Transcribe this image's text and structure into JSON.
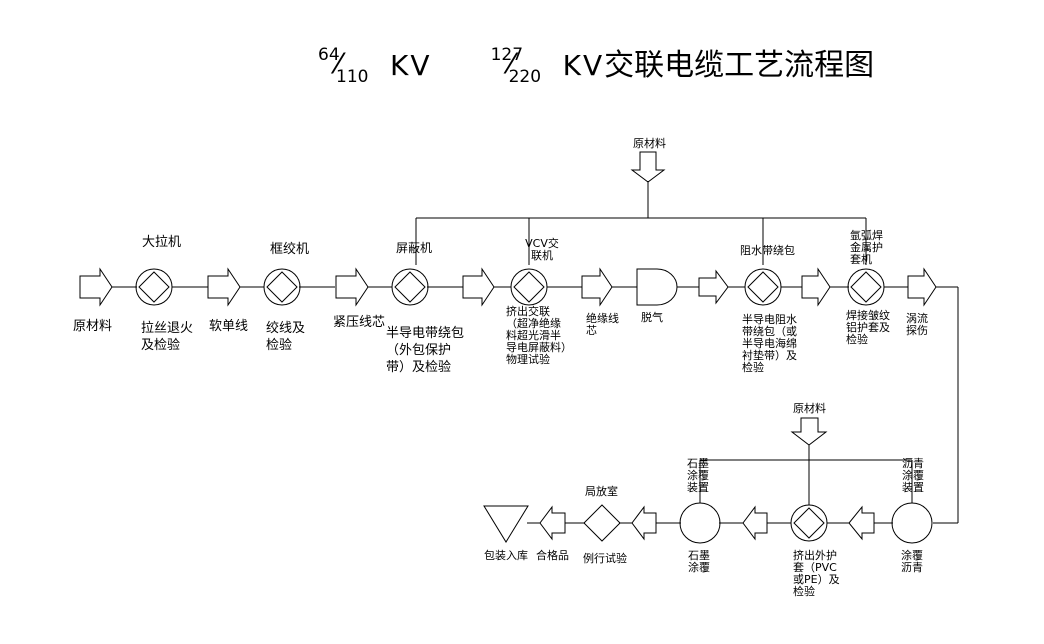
{
  "title": {
    "v1_num": "64",
    "v1_den": "110",
    "v1_unit": "KV",
    "v2_num": "127",
    "v2_den": "220",
    "v2_unit": "KV",
    "text": "交联电缆工艺流程图"
  },
  "top_row": {
    "raw_material_input": "原材料",
    "step1_label": "原材料",
    "machine_draw": "大拉机",
    "step2_label": "拉丝退火及检验",
    "step3_label": "软单线",
    "machine_frame": "框绞机",
    "step4_label": "绞线及检验",
    "step5_label": "紧压线芯",
    "machine_shield": "屏蔽机",
    "step6_label": "半导电带绕包（外包保护带）及检验",
    "machine_vcv": "VCV交联机",
    "step7_label": "挤出交联（超净绝缘料超光滑半导电屏蔽料）物理试验",
    "step8_label": "绝缘线芯",
    "step9_label": "脱气",
    "machine_water": "阻水带绕包",
    "step10_label": "半导电阻水带绕包（或半导电海绵衬垫带）及检验",
    "machine_argon": "氩弧焊金属护套机",
    "step11_label": "焊接皱纹铝护套及检验",
    "step12_label": "涡流探伤"
  },
  "bottom_row": {
    "raw_material_input": "原材料",
    "machine_asphalt": "沥青涂覆装置",
    "step13_label": "涂覆沥青",
    "step14_label": "挤出外护套（PVC或PE）及检验",
    "machine_graphite": "石墨涂覆装置",
    "step15_label": "石墨涂覆",
    "machine_partial": "局放室",
    "step16_label": "例行试验",
    "step17_label": "合格品",
    "step18_label": "包装入库"
  }
}
